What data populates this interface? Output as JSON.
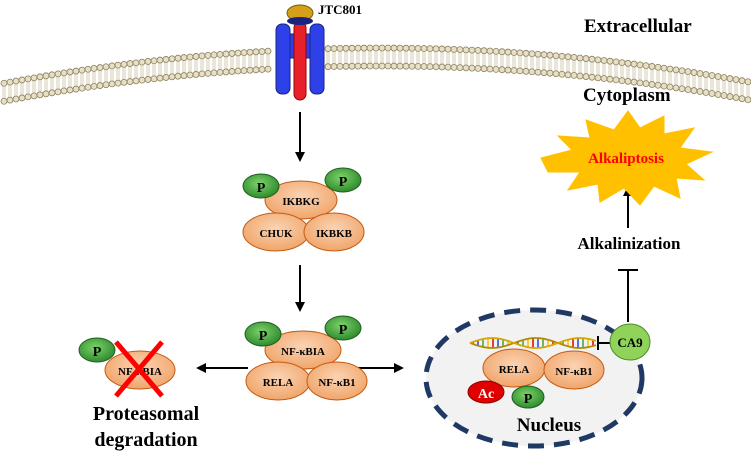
{
  "labels": {
    "ligand": "JTC801",
    "extracellular": "Extracellular",
    "cytoplasm": "Cytoplasm",
    "outcome": "Alkaliptosis",
    "alkalinization": "Alkalinization",
    "ca9": "CA9",
    "nucleus": "Nucleus",
    "proteasomal_line1": "Proteasomal",
    "proteasomal_line2": "degradation"
  },
  "ikk_complex": {
    "ikbkg": "IKBKG",
    "chuk": "CHUK",
    "ikbkb": "IKBKB"
  },
  "nfkb_complex": {
    "nfkbia": "NF-κBIA",
    "rela": "RELA",
    "nfkb1": "NF-κB1"
  },
  "nuclear_complex": {
    "rela": "RELA",
    "nfkb1": "NF-κB1"
  },
  "degraded": {
    "nfkbia": "NF-κBIA"
  },
  "modifications": {
    "phospho": "P",
    "acetyl": "Ac"
  },
  "colors": {
    "protein_fill": "#f4b183",
    "protein_stroke": "#c55a11",
    "phospho_fill": "#3aa63a",
    "acetyl_fill": "#e00000",
    "ca9_fill": "#8fd35a",
    "burst_fill": "#ffc000",
    "outcome_text": "#ff0000",
    "receptor_blue": "#2e40e8",
    "receptor_red": "#e8202a",
    "ligand_fill": "#d4a017",
    "nucleus_fill": "#f2f2f2",
    "nucleus_border": "#1f3864",
    "cross_color": "#ff0000"
  }
}
